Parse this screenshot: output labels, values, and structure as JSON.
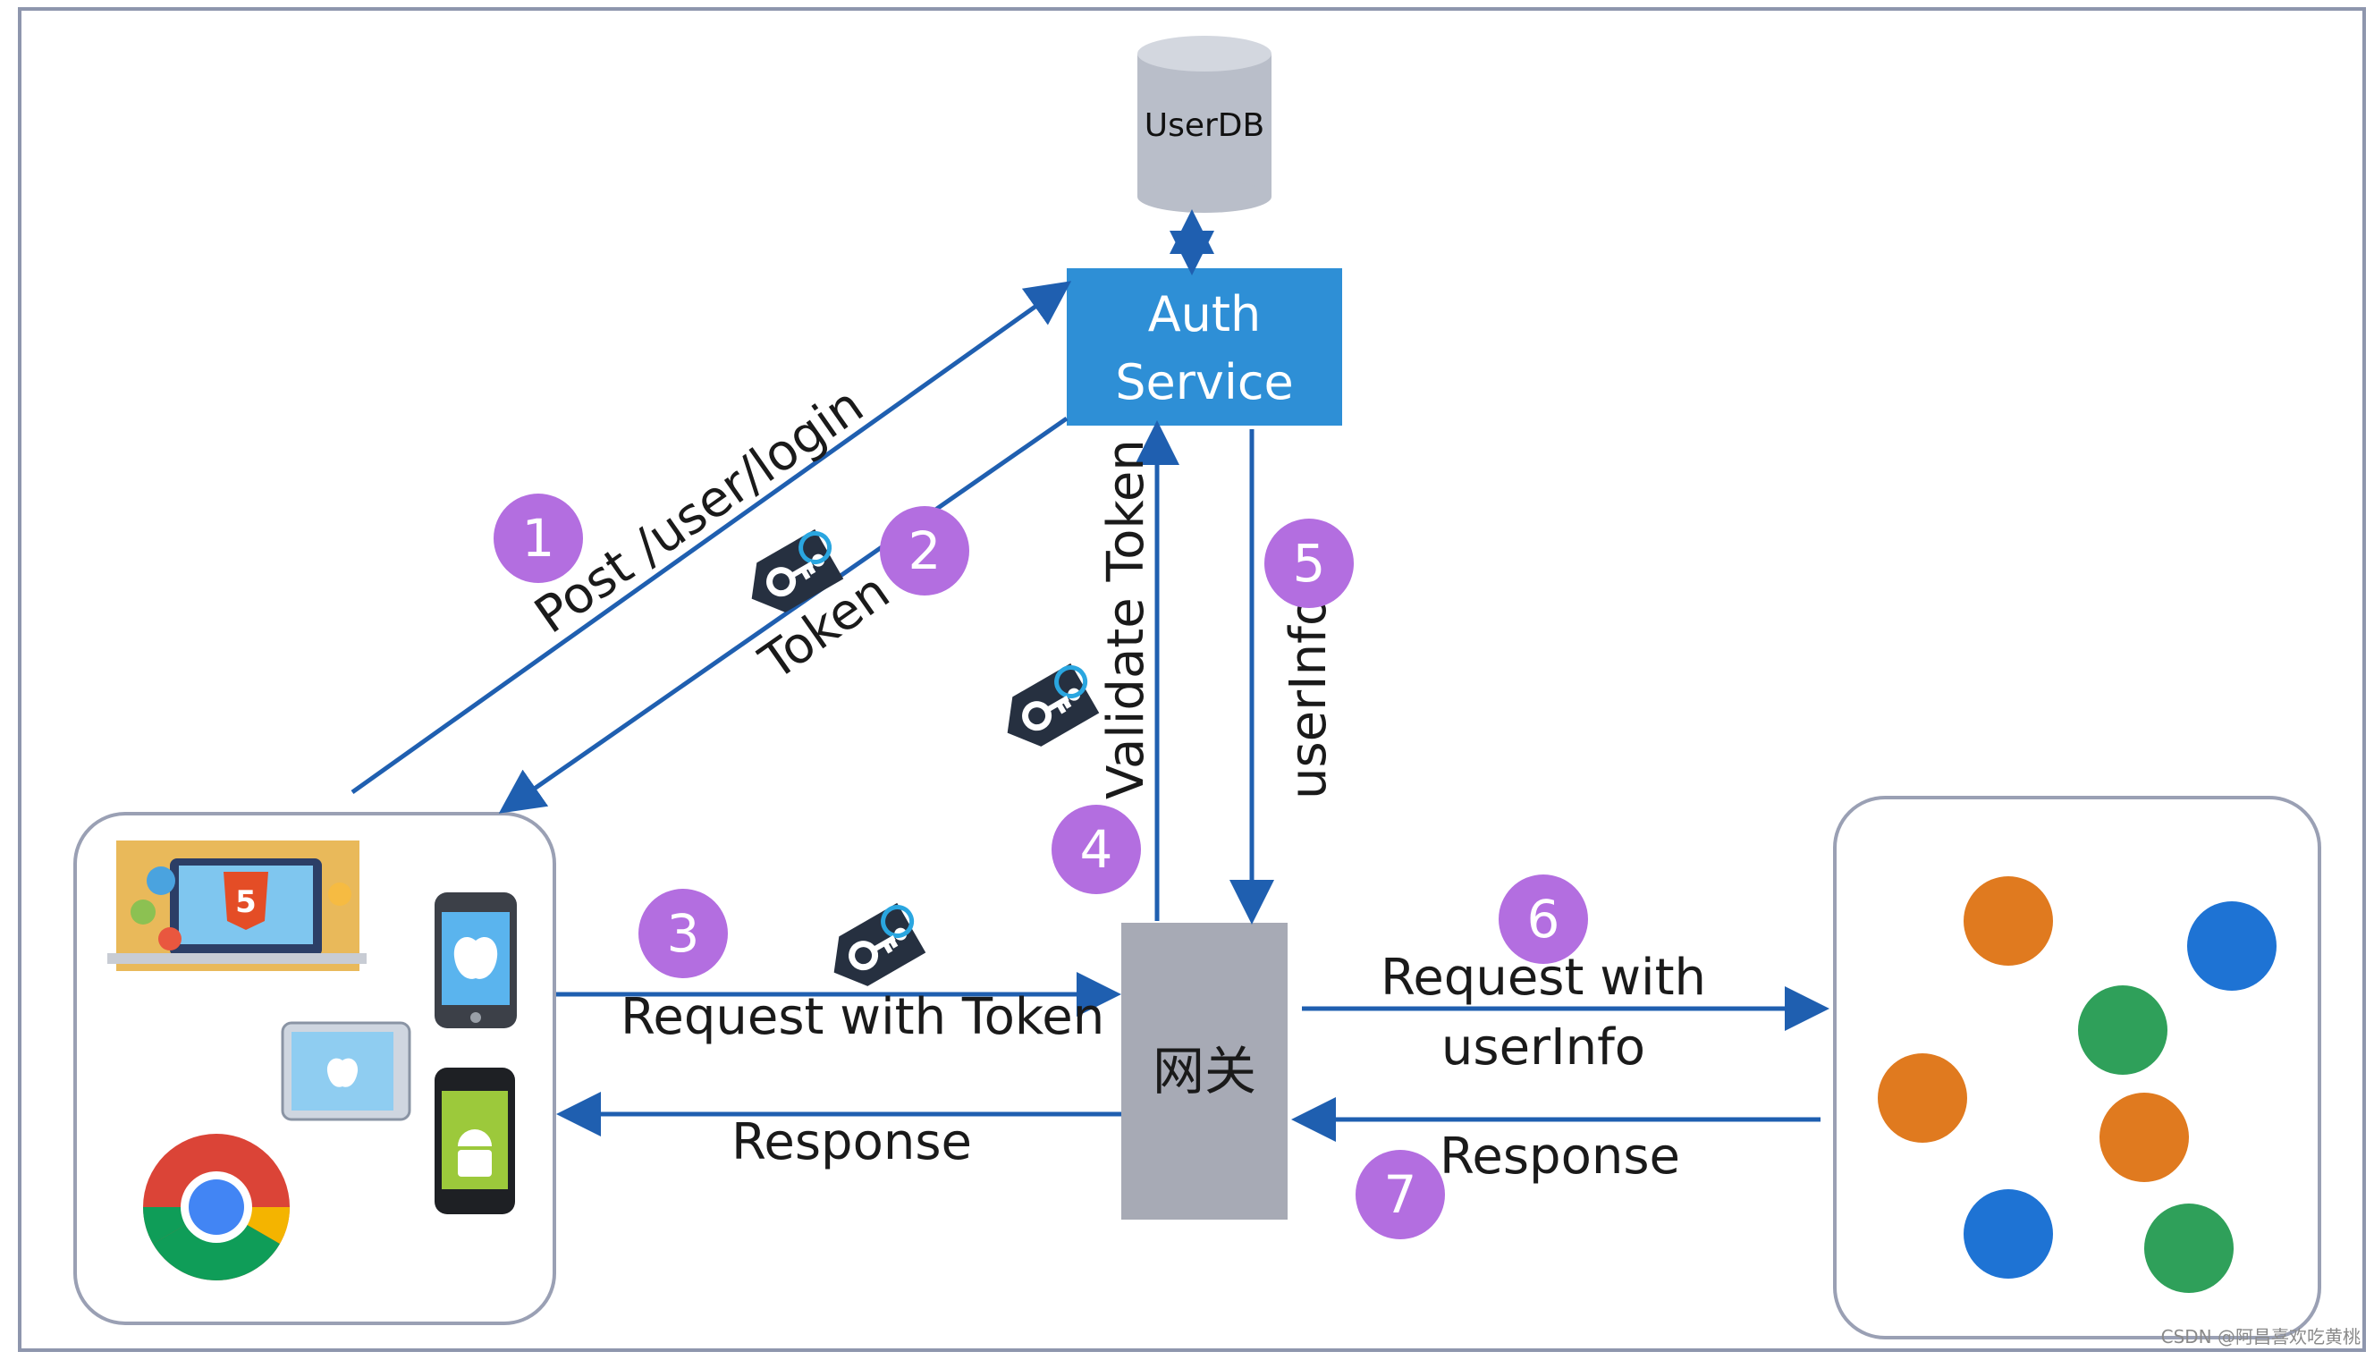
{
  "title": "",
  "nodes": {
    "db": "UserDB",
    "auth": [
      "Auth",
      "Service"
    ],
    "gateway": "网关"
  },
  "edges": {
    "login": "Post /user/login",
    "token": "Token",
    "validate": "Validate Token",
    "userinfo": "userInfo",
    "request_token": "Request with Token",
    "response_client": "Response",
    "request_userinfo": [
      "Request with",
      "userInfo"
    ],
    "response_service": "Response"
  },
  "steps": [
    "1",
    "2",
    "3",
    "4",
    "5",
    "6",
    "7"
  ],
  "watermark": "CSDN @阿昌喜欢吃黄桃",
  "colors": {
    "auth_box": "#2e8fd6",
    "gateway_box": "#a7aab5",
    "db": "#b9bec9",
    "arrow": "#1f5fb0",
    "step_badge": "#b36ee0",
    "frame": "#8e96ad",
    "service_dot_orange": "#e07a1f",
    "service_dot_blue": "#1e73d4",
    "service_dot_green": "#2fa05a"
  },
  "icons": [
    "key-tag-icon",
    "html5-devices-icon",
    "iphone-apple-icon",
    "tablet-apple-icon",
    "android-phone-icon",
    "chrome-icon"
  ]
}
